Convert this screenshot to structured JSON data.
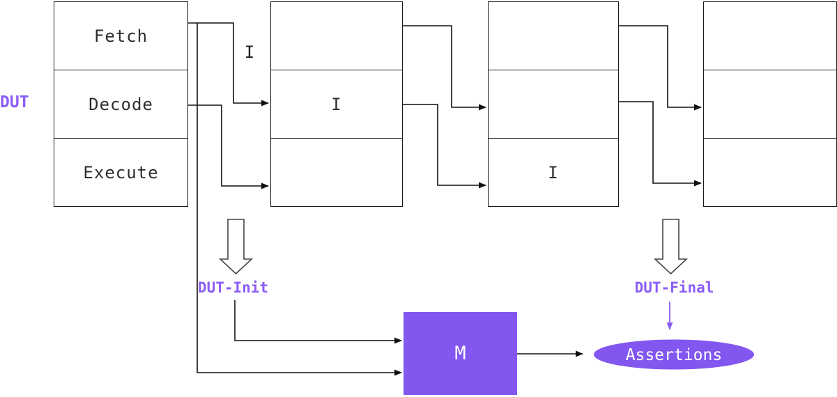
{
  "labels": {
    "dut": "DUT",
    "dut_init": "DUT-Init",
    "dut_final": "DUT-Final",
    "monitor": "M",
    "assertions": "Assertions",
    "wire_instruction": "I"
  },
  "pipeline": {
    "columns": [
      {
        "id": "dut-stages",
        "cells": [
          "Fetch",
          "Decode",
          "Execute"
        ]
      },
      {
        "id": "unrolled-copy-1",
        "cells": [
          "",
          "I",
          ""
        ]
      },
      {
        "id": "unrolled-copy-2",
        "cells": [
          "",
          "",
          "I"
        ]
      },
      {
        "id": "unrolled-copy-3",
        "cells": [
          "",
          "",
          ""
        ]
      }
    ]
  },
  "colors": {
    "purple_fill": "#8257F0",
    "purple_text": "#8B5CF6",
    "wire": "#111111",
    "box_border": "#1a1a1a"
  }
}
